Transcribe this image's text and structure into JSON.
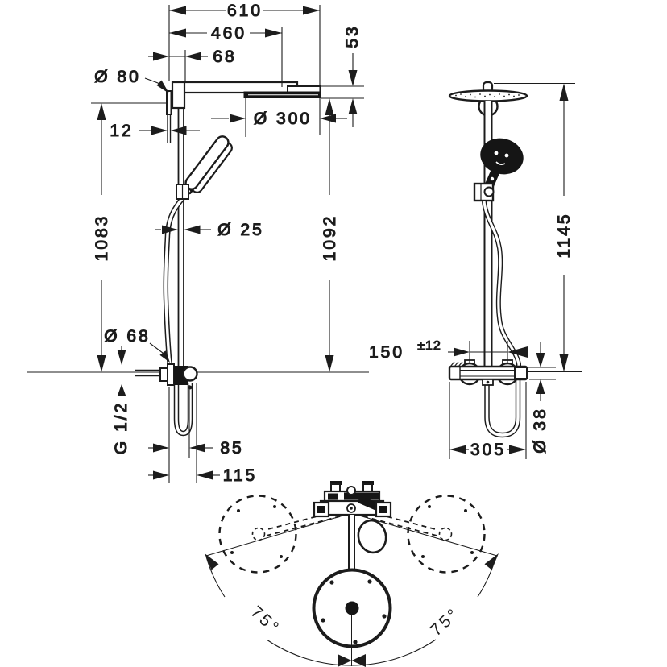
{
  "drawing": {
    "side_view": {
      "dim_width_total": "610",
      "dim_width_arm": "460",
      "dim_wall_offset": "68",
      "dim_flange_diameter": "Ø 80",
      "dim_head_drop": "53",
      "dim_plate_thickness": "12",
      "dim_head_diameter": "Ø 300",
      "dim_height_left": "1083",
      "dim_height_right": "1092",
      "dim_pipe_diameter": "Ø 25",
      "dim_escutcheon_diameter": "Ø 68",
      "thread_label": "G 1/2",
      "dim_valve_depth": "85",
      "dim_valve_depth_total": "115"
    },
    "front_view": {
      "dim_height_total": "1145",
      "dim_connection_spacing": "150",
      "dim_connection_tolerance": "±12",
      "dim_valve_body_diameter": "Ø 38",
      "dim_valve_width": "305"
    },
    "top_view": {
      "dim_swivel_left": "75°",
      "dim_swivel_right": "75°"
    }
  }
}
